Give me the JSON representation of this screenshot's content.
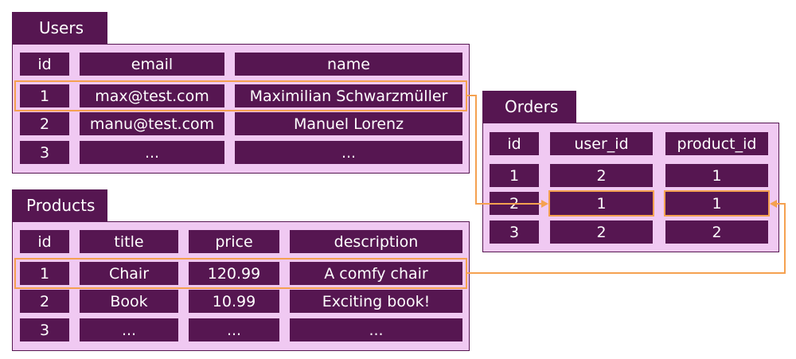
{
  "colors": {
    "table_fill": "#561651",
    "panel_fill": "#f0c9f2",
    "highlight": "#f5a150",
    "text": "#ffffff"
  },
  "users": {
    "title": "Users",
    "columns": [
      "id",
      "email",
      "name"
    ],
    "rows": [
      [
        "1",
        "max@test.com",
        "Maximilian Schwarzmüller"
      ],
      [
        "2",
        "manu@test.com",
        "Manuel Lorenz"
      ],
      [
        "3",
        "...",
        "..."
      ]
    ]
  },
  "products": {
    "title": "Products",
    "columns": [
      "id",
      "title",
      "price",
      "description"
    ],
    "rows": [
      [
        "1",
        "Chair",
        "120.99",
        "A comfy chair"
      ],
      [
        "2",
        "Book",
        "10.99",
        "Exciting book!"
      ],
      [
        "3",
        "...",
        "...",
        "..."
      ]
    ]
  },
  "orders": {
    "title": "Orders",
    "columns": [
      "id",
      "user_id",
      "product_id"
    ],
    "rows": [
      [
        "1",
        "2",
        "1"
      ],
      [
        "2",
        "1",
        "1"
      ],
      [
        "3",
        "2",
        "2"
      ]
    ]
  }
}
